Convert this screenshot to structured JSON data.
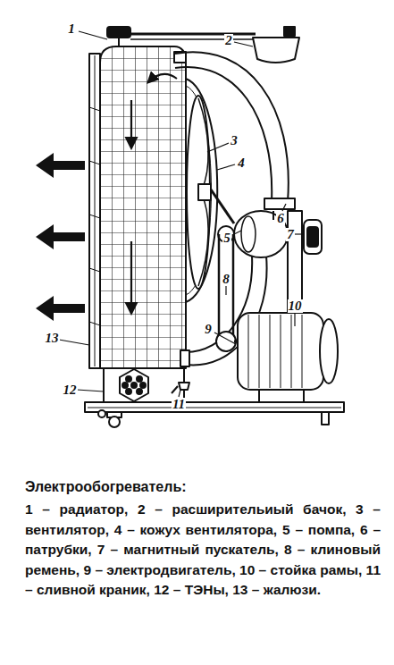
{
  "diagram": {
    "caption": "Электрообогреватель:",
    "labels": [
      "1",
      "2",
      "3",
      "4",
      "6",
      "5",
      "7",
      "8",
      "10",
      "9",
      "13",
      "12",
      "11",
      "1 – радиатор, 2 – расширительиый бачок, 3 – вентилятор, 4 – кожух вентилятора, 5 – помпа, 6 – патрубки, 7 – магнитный пускатель, 8 – клиновый ремень, 9 – электродвигатель, 10 – стойка рамы, 11 – сливной краник, 12 – ТЭНы, 13 – жалюзи."
    ]
  }
}
